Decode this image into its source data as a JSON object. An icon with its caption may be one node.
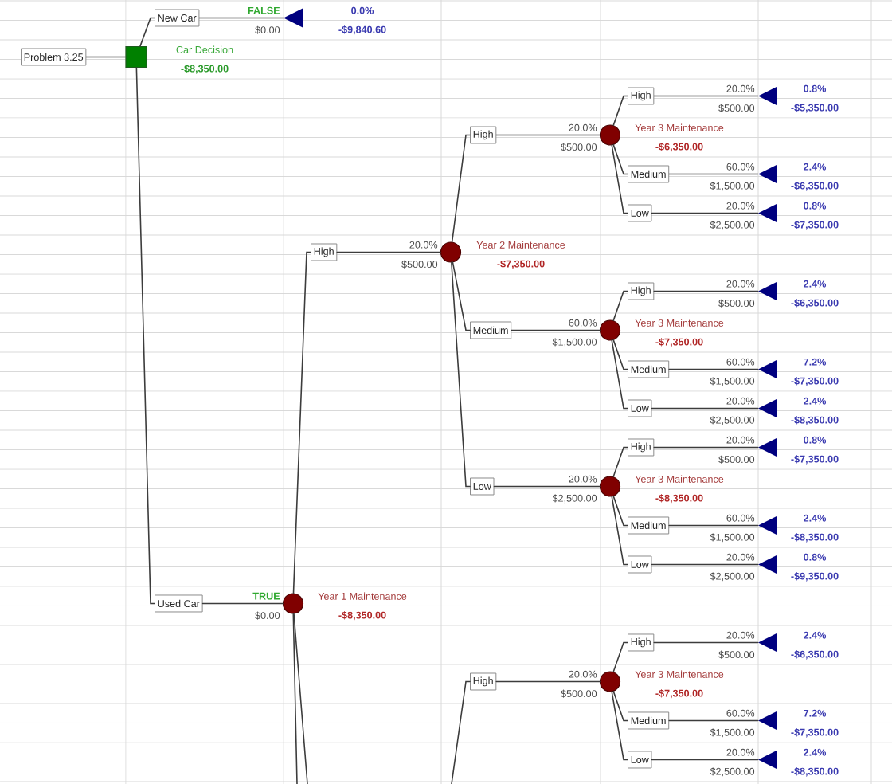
{
  "diagram": {
    "nodes": [
      {
        "text": [
          "Problem 3.25"
        ]
      },
      {
        "text": [],
        "shape": "square",
        "beside": [
          "Car Decision",
          "-$8,350.00"
        ]
      },
      {
        "text": [
          "New Car"
        ]
      },
      {
        "text": [],
        "shape": "triangle",
        "beside": [
          "FALSE",
          "$0.00",
          "0.0%",
          "-$9,840.60"
        ]
      },
      {
        "text": [
          "Used Car"
        ]
      },
      {
        "text": [],
        "shape": "circle",
        "beside": [
          "TRUE",
          "$0.00",
          "Year 1 Maintenance",
          "-$8,350.00"
        ]
      },
      {
        "text": [
          "High"
        ]
      },
      {
        "text": [],
        "shape": "circle",
        "beside": [
          "20.0%",
          "$500.00",
          "Year 2 Maintenance",
          "-$7,350.00"
        ]
      },
      {
        "text": [
          "High"
        ]
      },
      {
        "text": [],
        "shape": "circle",
        "beside": [
          "20.0%",
          "$500.00",
          "Year 3 Maintenance",
          "-$6,350.00"
        ]
      },
      {
        "text": [
          "High"
        ]
      },
      {
        "text": [],
        "shape": "triangle",
        "beside": [
          "20.0%",
          "$500.00",
          "0.8%",
          "-$5,350.00"
        ]
      },
      {
        "text": [
          "Medium"
        ]
      },
      {
        "text": [],
        "shape": "triangle",
        "beside": [
          "60.0%",
          "$1,500.00",
          "2.4%",
          "-$6,350.00"
        ]
      },
      {
        "text": [
          "Low"
        ]
      },
      {
        "text": [],
        "shape": "triangle",
        "beside": [
          "20.0%",
          "$2,500.00",
          "0.8%",
          "-$7,350.00"
        ]
      },
      {
        "text": [
          "Medium"
        ]
      },
      {
        "text": [],
        "shape": "circle",
        "beside": [
          "60.0%",
          "$1,500.00",
          "Year 3 Maintenance",
          "-$7,350.00"
        ]
      },
      {
        "text": [
          "High"
        ]
      },
      {
        "text": [],
        "shape": "triangle",
        "beside": [
          "20.0%",
          "$500.00",
          "2.4%",
          "-$6,350.00"
        ]
      },
      {
        "text": [
          "Medium"
        ]
      },
      {
        "text": [],
        "shape": "triangle",
        "beside": [
          "60.0%",
          "$1,500.00",
          "7.2%",
          "-$7,350.00"
        ]
      },
      {
        "text": [
          "Low"
        ]
      },
      {
        "text": [],
        "shape": "triangle",
        "beside": [
          "20.0%",
          "$2,500.00",
          "2.4%",
          "-$8,350.00"
        ]
      },
      {
        "text": [
          "Low"
        ]
      },
      {
        "text": [],
        "shape": "circle",
        "beside": [
          "20.0%",
          "$2,500.00",
          "Year 3 Maintenance",
          "-$8,350.00"
        ]
      },
      {
        "text": [
          "High"
        ]
      },
      {
        "text": [],
        "shape": "triangle",
        "beside": [
          "20.0%",
          "$500.00",
          "0.8%",
          "-$7,350.00"
        ]
      },
      {
        "text": [
          "Medium"
        ]
      },
      {
        "text": [],
        "shape": "triangle",
        "beside": [
          "60.0%",
          "$1,500.00",
          "2.4%",
          "-$8,350.00"
        ]
      },
      {
        "text": [
          "Low"
        ]
      },
      {
        "text": [],
        "shape": "triangle",
        "beside": [
          "20.0%",
          "$2,500.00",
          "0.8%",
          "-$9,350.00"
        ]
      },
      {
        "text": [
          "High"
        ]
      },
      {
        "text": [],
        "shape": "circle",
        "beside": [
          "20.0%",
          "$500.00",
          "Year 3 Maintenance",
          "-$7,350.00"
        ]
      },
      {
        "text": [
          "High"
        ]
      },
      {
        "text": [],
        "shape": "triangle",
        "beside": [
          "20.0%",
          "$500.00",
          "2.4%",
          "-$6,350.00"
        ]
      },
      {
        "text": [
          "Medium"
        ]
      },
      {
        "text": [],
        "shape": "triangle",
        "beside": [
          "60.0%",
          "$1,500.00",
          "7.2%",
          "-$7,350.00"
        ]
      },
      {
        "text": [
          "Low"
        ]
      },
      {
        "text": [],
        "shape": "triangle",
        "beside": [
          "20.0%",
          "$2,500.00",
          "2.4%",
          "-$8,350.00"
        ]
      }
    ],
    "edges": [
      {
        "from": 0,
        "to": 1,
        "arrow": "none"
      },
      {
        "from": 1,
        "to": 2,
        "arrow": "none"
      },
      {
        "from": 2,
        "to": 3,
        "arrow": "none"
      },
      {
        "from": 1,
        "to": 4,
        "arrow": "none"
      },
      {
        "from": 4,
        "to": 5,
        "arrow": "none"
      },
      {
        "from": 5,
        "to": 6,
        "arrow": "none"
      },
      {
        "from": 6,
        "to": 7,
        "arrow": "none"
      },
      {
        "from": 7,
        "to": 8,
        "arrow": "none"
      },
      {
        "from": 8,
        "to": 9,
        "arrow": "none"
      },
      {
        "from": 9,
        "to": 10,
        "arrow": "none"
      },
      {
        "from": 10,
        "to": 11,
        "arrow": "none"
      },
      {
        "from": 9,
        "to": 12,
        "arrow": "none"
      },
      {
        "from": 12,
        "to": 13,
        "arrow": "none"
      },
      {
        "from": 9,
        "to": 14,
        "arrow": "none"
      },
      {
        "from": 14,
        "to": 15,
        "arrow": "none"
      },
      {
        "from": 7,
        "to": 16,
        "arrow": "none"
      },
      {
        "from": 16,
        "to": 17,
        "arrow": "none"
      },
      {
        "from": 17,
        "to": 18,
        "arrow": "none"
      },
      {
        "from": 18,
        "to": 19,
        "arrow": "none"
      },
      {
        "from": 17,
        "to": 20,
        "arrow": "none"
      },
      {
        "from": 20,
        "to": 21,
        "arrow": "none"
      },
      {
        "from": 17,
        "to": 22,
        "arrow": "none"
      },
      {
        "from": 22,
        "to": 23,
        "arrow": "none"
      },
      {
        "from": 7,
        "to": 24,
        "arrow": "none"
      },
      {
        "from": 24,
        "to": 25,
        "arrow": "none"
      },
      {
        "from": 25,
        "to": 26,
        "arrow": "none"
      },
      {
        "from": 26,
        "to": 27,
        "arrow": "none"
      },
      {
        "from": 25,
        "to": 28,
        "arrow": "none"
      },
      {
        "from": 28,
        "to": 29,
        "arrow": "none"
      },
      {
        "from": 25,
        "to": 30,
        "arrow": "none"
      },
      {
        "from": 30,
        "to": 31,
        "arrow": "none"
      },
      {
        "from": 5,
        "to": null,
        "arrow": "none"
      },
      {
        "from": 5,
        "to": null,
        "arrow": "none"
      },
      {
        "from": null,
        "to": 32,
        "arrow": "none"
      },
      {
        "from": 32,
        "to": 33,
        "arrow": "none"
      },
      {
        "from": 33,
        "to": 34,
        "arrow": "none"
      },
      {
        "from": 34,
        "to": 35,
        "arrow": "none"
      },
      {
        "from": 33,
        "to": 36,
        "arrow": "none"
      },
      {
        "from": 36,
        "to": 37,
        "arrow": "none"
      },
      {
        "from": 33,
        "to": 38,
        "arrow": "none"
      },
      {
        "from": 38,
        "to": 39,
        "arrow": "none"
      }
    ]
  }
}
